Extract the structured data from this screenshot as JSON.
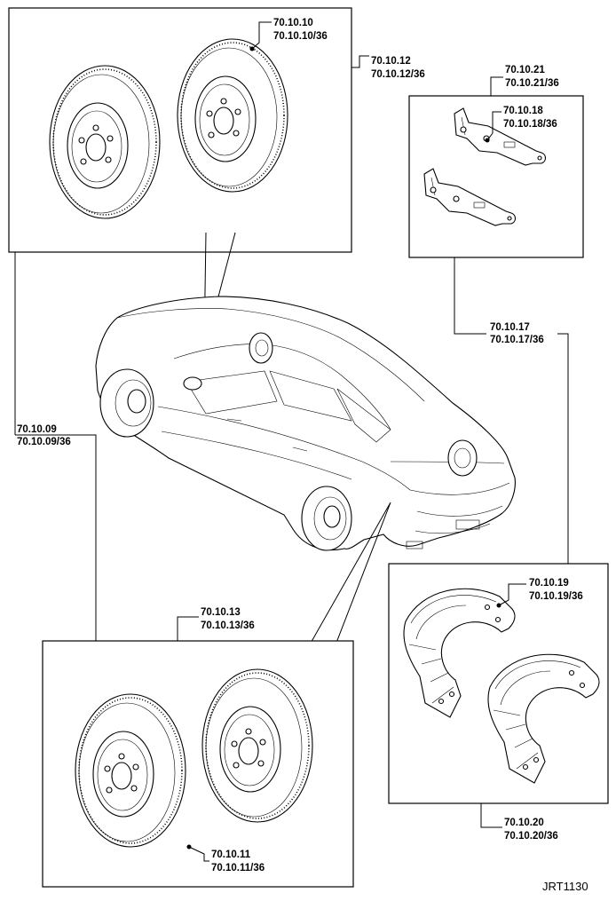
{
  "callouts": {
    "front_disc_outer": [
      "70.10.10",
      "70.10.10/36"
    ],
    "front_disc_pair": [
      "70.10.12",
      "70.10.12/36"
    ],
    "front_disc_set": [
      "70.10.09",
      "70.10.09/36"
    ],
    "rear_shield_pair": [
      "70.10.21",
      "70.10.21/36"
    ],
    "rear_shield_single": [
      "70.10.18",
      "70.10.18/36"
    ],
    "rear_shield_set": [
      "70.10.17",
      "70.10.17/36"
    ],
    "front_shield_single": [
      "70.10.19",
      "70.10.19/36"
    ],
    "front_shield_pair": [
      "70.10.20",
      "70.10.20/36"
    ],
    "rear_disc_pair": [
      "70.10.13",
      "70.10.13/36"
    ],
    "rear_disc_single": [
      "70.10.11",
      "70.10.11/36"
    ]
  },
  "figure_code": "JRT1130"
}
